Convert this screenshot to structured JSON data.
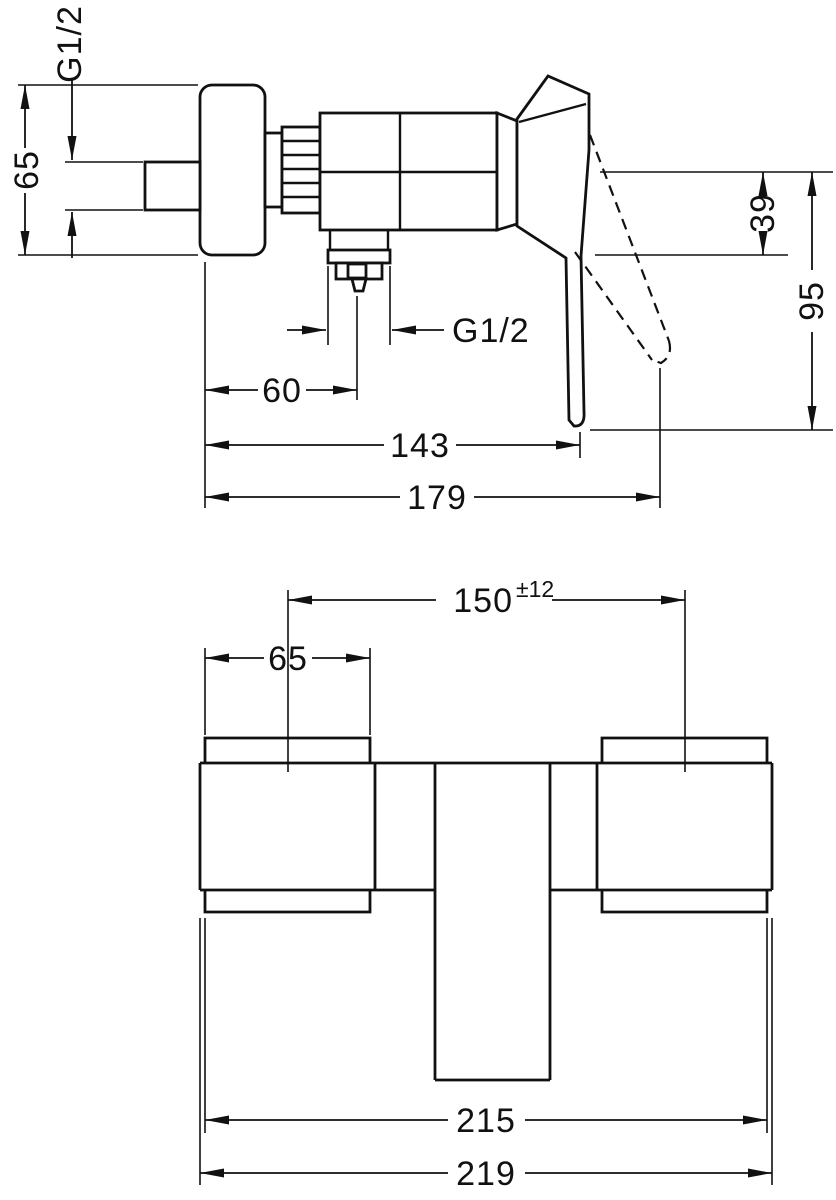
{
  "colors": {
    "ink": "#111111",
    "paper": "#ffffff"
  },
  "side_view": {
    "inlet_thread": "G1/2",
    "escutcheon_height": "65",
    "outlet_drop": "39",
    "handle_drop": "95",
    "outlet_thread": "G1/2",
    "outlet_offset": "60",
    "projection_to_handle": "143",
    "projection_overall": "179"
  },
  "front_view": {
    "connection_distance": "150",
    "connection_tolerance": "±12",
    "escutcheon_width": "65",
    "width_across_caps": "215",
    "width_overall": "219"
  }
}
